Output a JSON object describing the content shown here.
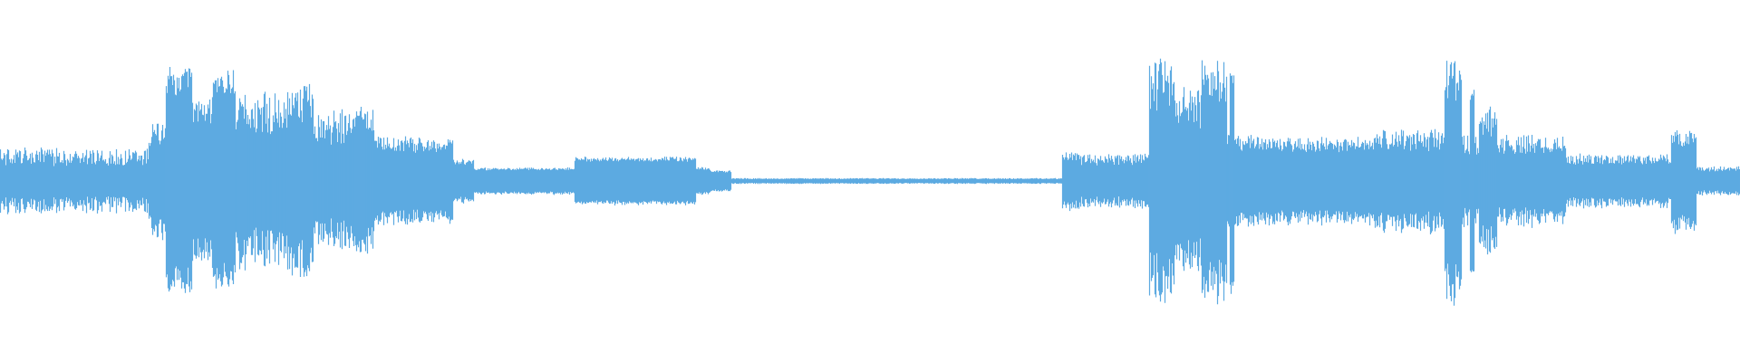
{
  "waveform": {
    "color": "#5DAAE1",
    "background": "#FFFFFF",
    "segments": [
      {
        "from": 0.0,
        "to": 0.085,
        "amplitude": 0.2,
        "jitter": 0.35
      },
      {
        "from": 0.085,
        "to": 0.095,
        "amplitude": 0.38,
        "jitter": 0.3
      },
      {
        "from": 0.095,
        "to": 0.11,
        "amplitude": 0.82,
        "jitter": 0.12
      },
      {
        "from": 0.11,
        "to": 0.122,
        "amplitude": 0.58,
        "jitter": 0.2
      },
      {
        "from": 0.122,
        "to": 0.135,
        "amplitude": 0.8,
        "jitter": 0.12
      },
      {
        "from": 0.135,
        "to": 0.165,
        "amplitude": 0.55,
        "jitter": 0.3
      },
      {
        "from": 0.165,
        "to": 0.18,
        "amplitude": 0.64,
        "jitter": 0.25
      },
      {
        "from": 0.18,
        "to": 0.2,
        "amplitude": 0.45,
        "jitter": 0.3
      },
      {
        "from": 0.2,
        "to": 0.215,
        "amplitude": 0.5,
        "jitter": 0.25
      },
      {
        "from": 0.215,
        "to": 0.26,
        "amplitude": 0.3,
        "jitter": 0.2
      },
      {
        "from": 0.26,
        "to": 0.272,
        "amplitude": 0.16,
        "jitter": 0.15
      },
      {
        "from": 0.272,
        "to": 0.33,
        "amplitude": 0.1,
        "jitter": 0.1
      },
      {
        "from": 0.33,
        "to": 0.4,
        "amplitude": 0.18,
        "jitter": 0.08
      },
      {
        "from": 0.4,
        "to": 0.408,
        "amplitude": 0.1,
        "jitter": 0.1
      },
      {
        "from": 0.408,
        "to": 0.42,
        "amplitude": 0.08,
        "jitter": 0.1
      },
      {
        "from": 0.42,
        "to": 0.61,
        "amplitude": 0.02,
        "jitter": 0.2
      },
      {
        "from": 0.61,
        "to": 0.62,
        "amplitude": 0.2,
        "jitter": 0.2
      },
      {
        "from": 0.62,
        "to": 0.66,
        "amplitude": 0.18,
        "jitter": 0.25
      },
      {
        "from": 0.66,
        "to": 0.675,
        "amplitude": 0.82,
        "jitter": 0.3
      },
      {
        "from": 0.675,
        "to": 0.69,
        "amplitude": 0.6,
        "jitter": 0.25
      },
      {
        "from": 0.69,
        "to": 0.705,
        "amplitude": 0.85,
        "jitter": 0.25
      },
      {
        "from": 0.705,
        "to": 0.725,
        "amplitude": 0.32,
        "jitter": 0.2
      },
      {
        "from": 0.725,
        "to": 0.79,
        "amplitude": 0.3,
        "jitter": 0.18
      },
      {
        "from": 0.79,
        "to": 0.83,
        "amplitude": 0.34,
        "jitter": 0.25
      },
      {
        "from": 0.83,
        "to": 0.84,
        "amplitude": 0.88,
        "jitter": 0.25
      },
      {
        "from": 0.84,
        "to": 0.85,
        "amplitude": 0.3,
        "jitter": 0.25
      },
      {
        "from": 0.85,
        "to": 0.86,
        "amplitude": 0.5,
        "jitter": 0.25
      },
      {
        "from": 0.86,
        "to": 0.9,
        "amplitude": 0.3,
        "jitter": 0.25
      },
      {
        "from": 0.9,
        "to": 0.96,
        "amplitude": 0.18,
        "jitter": 0.22
      },
      {
        "from": 0.96,
        "to": 0.975,
        "amplitude": 0.36,
        "jitter": 0.18
      },
      {
        "from": 0.975,
        "to": 1.0,
        "amplitude": 0.1,
        "jitter": 0.2
      }
    ],
    "spikes": [
      {
        "at": 0.668,
        "amplitude": 0.75
      },
      {
        "at": 0.708,
        "amplitude": 0.9
      },
      {
        "at": 0.834,
        "amplitude": 0.92
      },
      {
        "at": 0.846,
        "amplitude": 0.78
      }
    ]
  }
}
